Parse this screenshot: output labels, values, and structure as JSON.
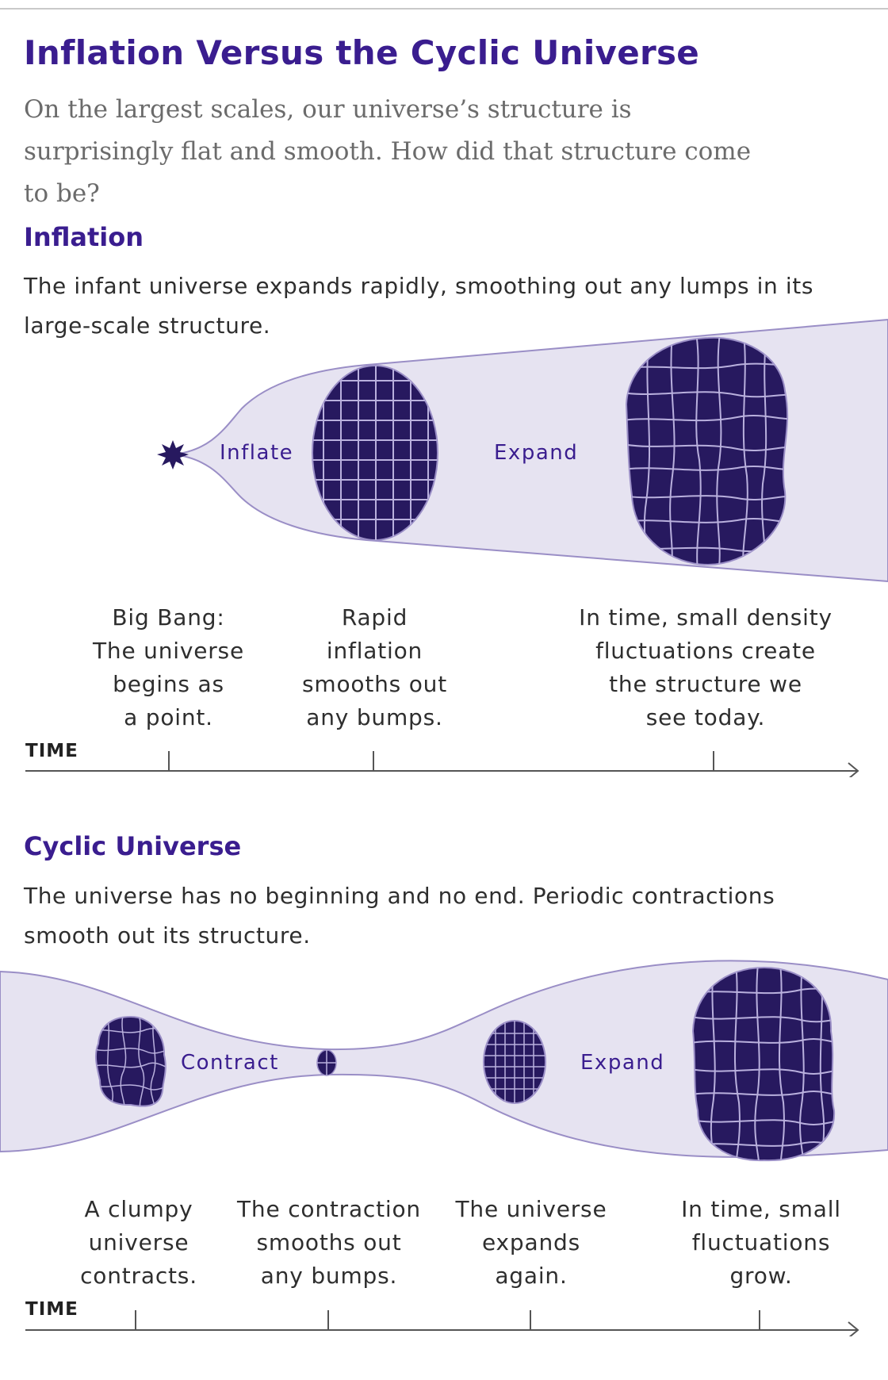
{
  "title": "Inflation Versus the Cyclic Universe",
  "subtitle": "On the largest scales, our universe’s structure is surprisingly flat and smooth. How did that structure come to be?",
  "colors": {
    "accent": "#3a1d8f",
    "universe_fill": "#27195f",
    "band_fill": "#e6e3f1",
    "band_edge": "#9a8ec6",
    "grid_line": "#b9b0dd"
  },
  "inflation": {
    "heading": "Inflation",
    "description": "The infant universe expands rapidly, smoothing out any lumps in its large-scale structure.",
    "labels": {
      "inflate": "Inflate",
      "expand": "Expand"
    },
    "captions": [
      "Big Bang:\nThe universe\nbegins as\na point.",
      "Rapid\ninflation\nsmooths out\nany bumps.",
      "In time, small density\nfluctuations create\nthe structure we\nsee today."
    ],
    "time_label": "TIME"
  },
  "cyclic": {
    "heading": "Cyclic Universe",
    "description": "The universe has no beginning and no end. Periodic contractions smooth out its structure.",
    "labels": {
      "contract": "Contract",
      "expand": "Expand"
    },
    "captions": [
      "A clumpy\nuniverse\ncontracts.",
      "The contraction\nsmooths out\nany bumps.",
      "The universe\nexpands\nagain.",
      "In time, small\nfluctuations\ngrow."
    ],
    "time_label": "TIME"
  }
}
